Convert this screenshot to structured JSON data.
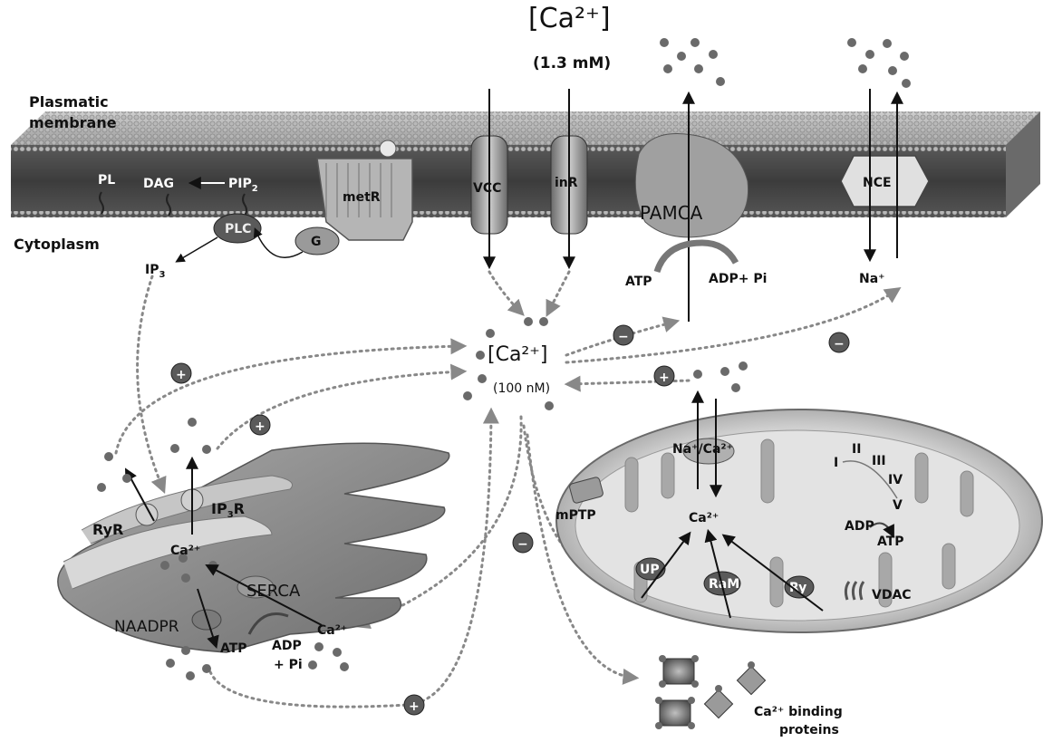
{
  "header": {
    "ca_outside": "[Ca²⁺]",
    "ca_outside_conc": "(1.3 mM)"
  },
  "membrane": {
    "title_line1": "Plasmatic",
    "title_line2": "membrane",
    "cytoplasm": "Cytoplasm",
    "pl": "PL",
    "dag": "DAG",
    "pip2": "PIP",
    "pip2_sub": "2",
    "plc": "PLC",
    "g": "G",
    "metr": "metR",
    "vcc": "VCC",
    "inr": "inR",
    "pamca": "PAMCA",
    "atp": "ATP",
    "adp_pi": "ADP+ Pi",
    "nce": "NCE",
    "na": "Na⁺",
    "ip3": "IP",
    "ip3_sub": "3"
  },
  "center": {
    "ca_inside": "[Ca²⁺]",
    "ca_inside_conc": "(100 nM)"
  },
  "er": {
    "ryr": "RyR",
    "ip3r": "IP",
    "ip3r_sub": "3",
    "ip3r_tail": "R",
    "ca": "Ca²⁺",
    "serca": "SERCA",
    "naadpr": "NAADPR",
    "atp": "ATP",
    "adp": "ADP",
    "pi": "+ Pi",
    "ca_out": "Ca²⁺"
  },
  "mito": {
    "mptp": "mPTP",
    "nca": "Na⁺/Ca²⁺",
    "ca": "Ca²⁺",
    "up": "UP",
    "ram": "RaM",
    "ry": "Ry",
    "vdac": "VDAC",
    "c1": "I",
    "c2": "II",
    "c3": "III",
    "c4": "IV",
    "c5": "V",
    "adp": "ADP",
    "atp": "ATP"
  },
  "binding": {
    "line1": "Ca²⁺ binding",
    "line2": "proteins"
  },
  "signs": {
    "plus": "+",
    "minus": "−"
  },
  "colors": {
    "membrane_dark": "#4a4a4a",
    "membrane_light": "#9a9a9a",
    "dot": "#6a6a6a",
    "sign_fill": "#5a5a5a"
  }
}
